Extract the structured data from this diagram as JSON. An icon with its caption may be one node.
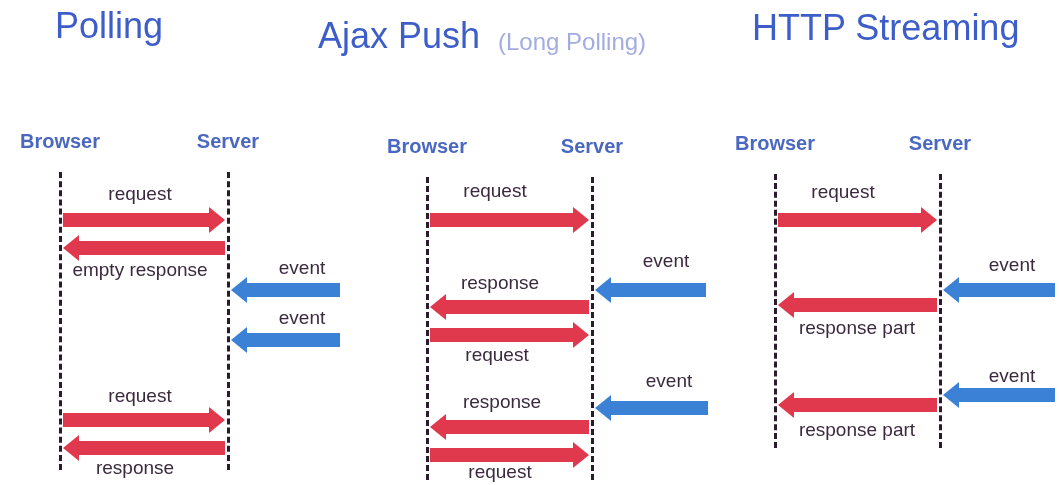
{
  "diagram": {
    "nodes": [
      {
        "text": [
          "Browser"
        ]
      },
      {
        "text": [
          "Server"
        ]
      },
      {
        "text": [
          "Browser"
        ]
      },
      {
        "text": [
          "Server"
        ]
      },
      {
        "text": [
          "Browser"
        ]
      },
      {
        "text": [
          "Server"
        ]
      }
    ],
    "edges": [
      {
        "from": 0,
        "to": 1,
        "arrow": "to",
        "label": "request"
      },
      {
        "from": 1,
        "to": 0,
        "arrow": "to",
        "label": "empty response"
      },
      {
        "from": null,
        "to": 1,
        "arrow": "to",
        "label": "event",
        "color": "#3b82d6"
      },
      {
        "from": null,
        "to": 1,
        "arrow": "to",
        "label": "event",
        "color": "#3b82d6"
      },
      {
        "from": 0,
        "to": 1,
        "arrow": "to",
        "label": "request"
      },
      {
        "from": 1,
        "to": 0,
        "arrow": "to",
        "label": "response"
      },
      {
        "from": 2,
        "to": 3,
        "arrow": "to",
        "label": "request"
      },
      {
        "from": null,
        "to": 3,
        "arrow": "to",
        "label": "event",
        "color": "#3b82d6"
      },
      {
        "from": 3,
        "to": 2,
        "arrow": "to",
        "label": "response"
      },
      {
        "from": 2,
        "to": 3,
        "arrow": "to",
        "label": "request"
      },
      {
        "from": null,
        "to": 3,
        "arrow": "to",
        "label": "event",
        "color": "#3b82d6"
      },
      {
        "from": 3,
        "to": 2,
        "arrow": "to",
        "label": "response"
      },
      {
        "from": 2,
        "to": 3,
        "arrow": "to",
        "label": "request"
      },
      {
        "from": 4,
        "to": 5,
        "arrow": "to",
        "label": "request"
      },
      {
        "from": null,
        "to": 5,
        "arrow": "to",
        "label": "event",
        "color": "#3b82d6"
      },
      {
        "from": 5,
        "to": 4,
        "arrow": "to",
        "label": "response part"
      },
      {
        "from": null,
        "to": 5,
        "arrow": "to",
        "label": "event",
        "color": "#3b82d6"
      },
      {
        "from": 5,
        "to": 4,
        "arrow": "to",
        "label": "response part"
      }
    ],
    "labels": [
      "Polling",
      "Ajax Push",
      "(Long Polling)",
      "HTTP Streaming"
    ]
  }
}
